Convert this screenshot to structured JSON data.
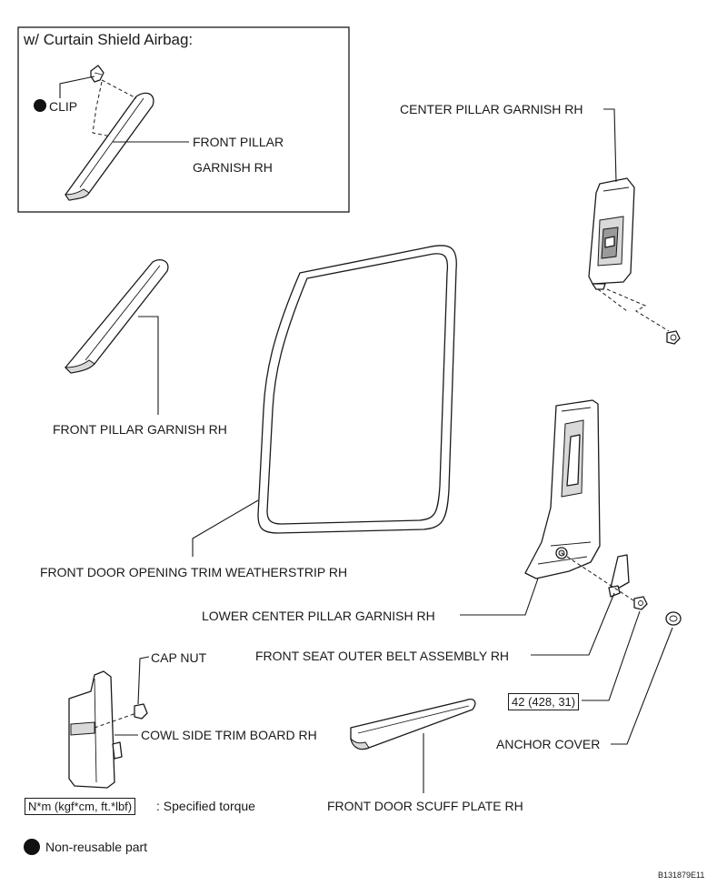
{
  "inset": {
    "title": "w/ Curtain Shield Airbag:"
  },
  "labels": {
    "clip": "CLIP",
    "front_pillar_inset_line1": "FRONT PILLAR",
    "front_pillar_inset_line2": "GARNISH RH",
    "center_pillar": "CENTER PILLAR GARNISH RH",
    "front_pillar": "FRONT PILLAR GARNISH RH",
    "weatherstrip": "FRONT DOOR OPENING TRIM WEATHERSTRIP RH",
    "lower_center_pillar": "LOWER CENTER PILLAR GARNISH RH",
    "cap_nut": "CAP NUT",
    "belt_assembly": "FRONT SEAT OUTER BELT ASSEMBLY RH",
    "cowl_side": "COWL SIDE TRIM BOARD RH",
    "anchor_cover": "ANCHOR COVER",
    "scuff_plate": "FRONT DOOR SCUFF PLATE RH"
  },
  "torque": {
    "value": "42 (428, 31)"
  },
  "legend": {
    "torque_units": "N*m (kgf*cm, ft.*lbf)",
    "torque_text": ": Specified torque",
    "nonreusable_text": "Non-reusable part"
  },
  "figure_code": "B131879E11",
  "colors": {
    "ink": "#1a1a1a",
    "shade": "#d9d9d9",
    "marker": "#111111"
  },
  "icons": {
    "non_reusable": "filled-circle-icon"
  }
}
